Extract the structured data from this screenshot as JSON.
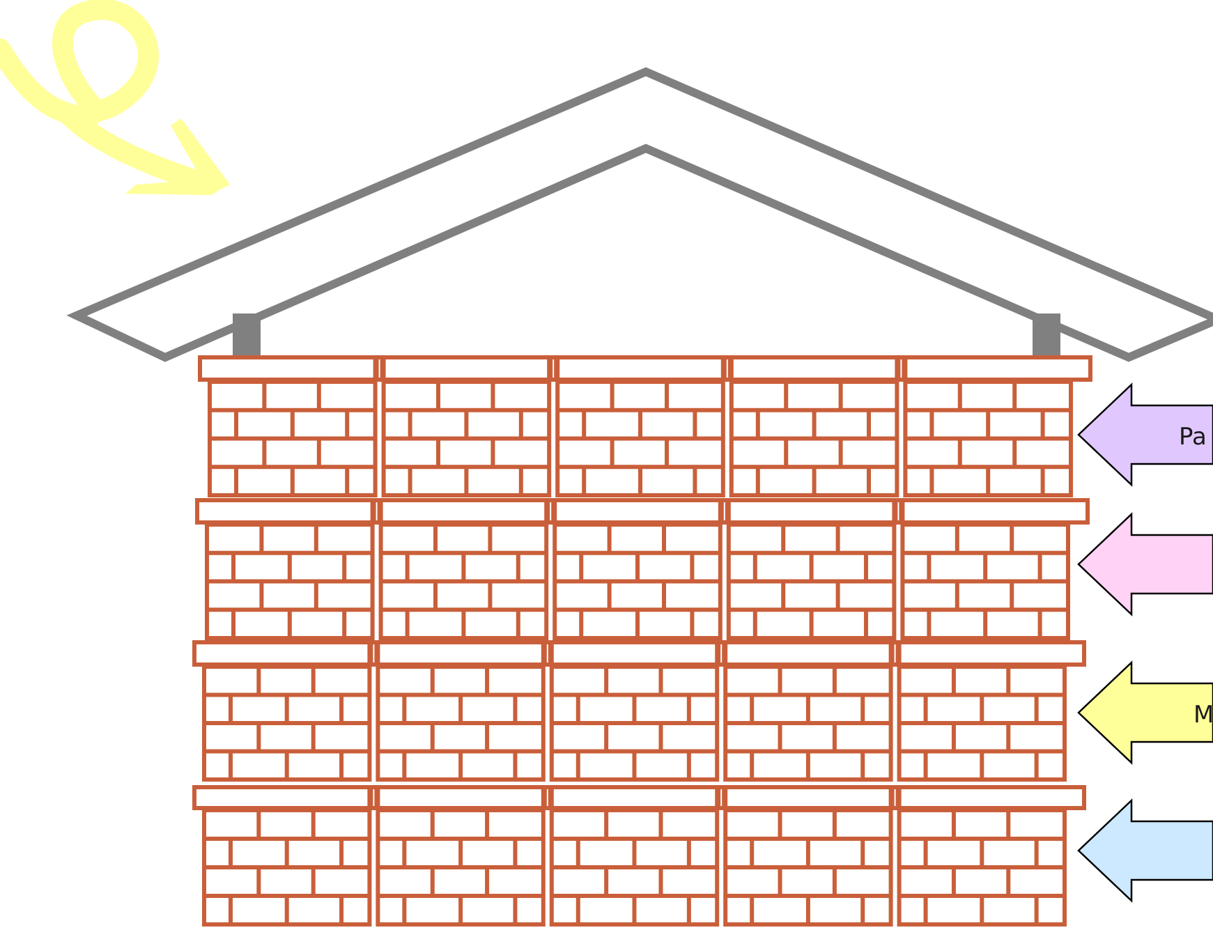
{
  "diagram": {
    "colors": {
      "background": "#ffffff",
      "roof": "#808080",
      "brick": "#c95f3a",
      "swirl": "#ffff99",
      "arrow_outline": "#000000"
    },
    "decoration": {
      "icon": "swirl-arrow"
    },
    "roof": {
      "icon": "house-roof"
    },
    "arrows": [
      {
        "label": "Pa",
        "color": "#e0c8ff"
      },
      {
        "label": "",
        "color": "#ffd2f6"
      },
      {
        "label": "M",
        "color": "#ffff99"
      },
      {
        "label": "",
        "color": "#cce9ff"
      }
    ]
  }
}
